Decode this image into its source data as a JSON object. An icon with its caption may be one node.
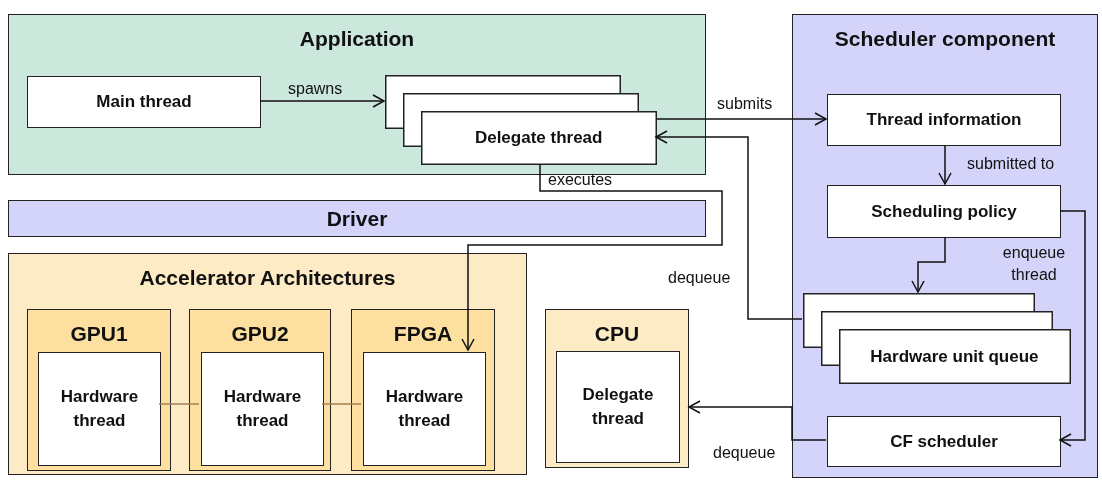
{
  "diagram": {
    "nodes": [
      {
        "text": [
          "Application"
        ]
      },
      {
        "text": [
          "Main thread"
        ],
        "in": 0
      },
      {
        "text": [
          "Delegate thread"
        ],
        "in": 0
      },
      {
        "text": [
          "Driver"
        ]
      },
      {
        "text": [
          "Accelerator Architectures"
        ]
      },
      {
        "text": [
          "GPU1"
        ],
        "in": 4
      },
      {
        "text": [
          "Hardware thread"
        ],
        "in": 5
      },
      {
        "text": [
          "GPU2"
        ],
        "in": 4
      },
      {
        "text": [
          "Hardware thread"
        ],
        "in": 7
      },
      {
        "text": [
          "FPGA"
        ],
        "in": 4
      },
      {
        "text": [
          "Hardware thread"
        ],
        "in": 9
      },
      {
        "text": [
          "CPU"
        ]
      },
      {
        "text": [
          "Delegate thread"
        ],
        "in": 11
      },
      {
        "text": [
          "Scheduler component"
        ]
      },
      {
        "text": [
          "Thread information"
        ],
        "in": 13
      },
      {
        "text": [
          "Scheduling policy"
        ],
        "in": 13
      },
      {
        "text": [
          "Hardware unit queue"
        ],
        "in": 13
      },
      {
        "text": [
          "CF scheduler"
        ],
        "in": 13
      }
    ],
    "edges": [
      {
        "from": 1,
        "to": 2,
        "arrow": "to",
        "label": "spawns"
      },
      {
        "from": 2,
        "to": 14,
        "arrow": "to",
        "label": "submits"
      },
      {
        "from": 16,
        "to": 2,
        "arrow": "to",
        "label": "dequeue"
      },
      {
        "from": 2,
        "to": 10,
        "arrow": "to",
        "label": "executes"
      },
      {
        "from": 14,
        "to": 15,
        "arrow": "to",
        "label": "submitted to"
      },
      {
        "from": 15,
        "to": 16,
        "arrow": "to",
        "label": "enqueue thread"
      },
      {
        "from": 15,
        "to": 17,
        "arrow": "to"
      },
      {
        "from": 17,
        "to": 11,
        "arrow": "to",
        "label": "dequeue"
      },
      {
        "from": 6,
        "to": 8,
        "arrow": "none",
        "color": "#a08050"
      },
      {
        "from": 8,
        "to": 10,
        "arrow": "none",
        "color": "#a08050"
      }
    ]
  }
}
